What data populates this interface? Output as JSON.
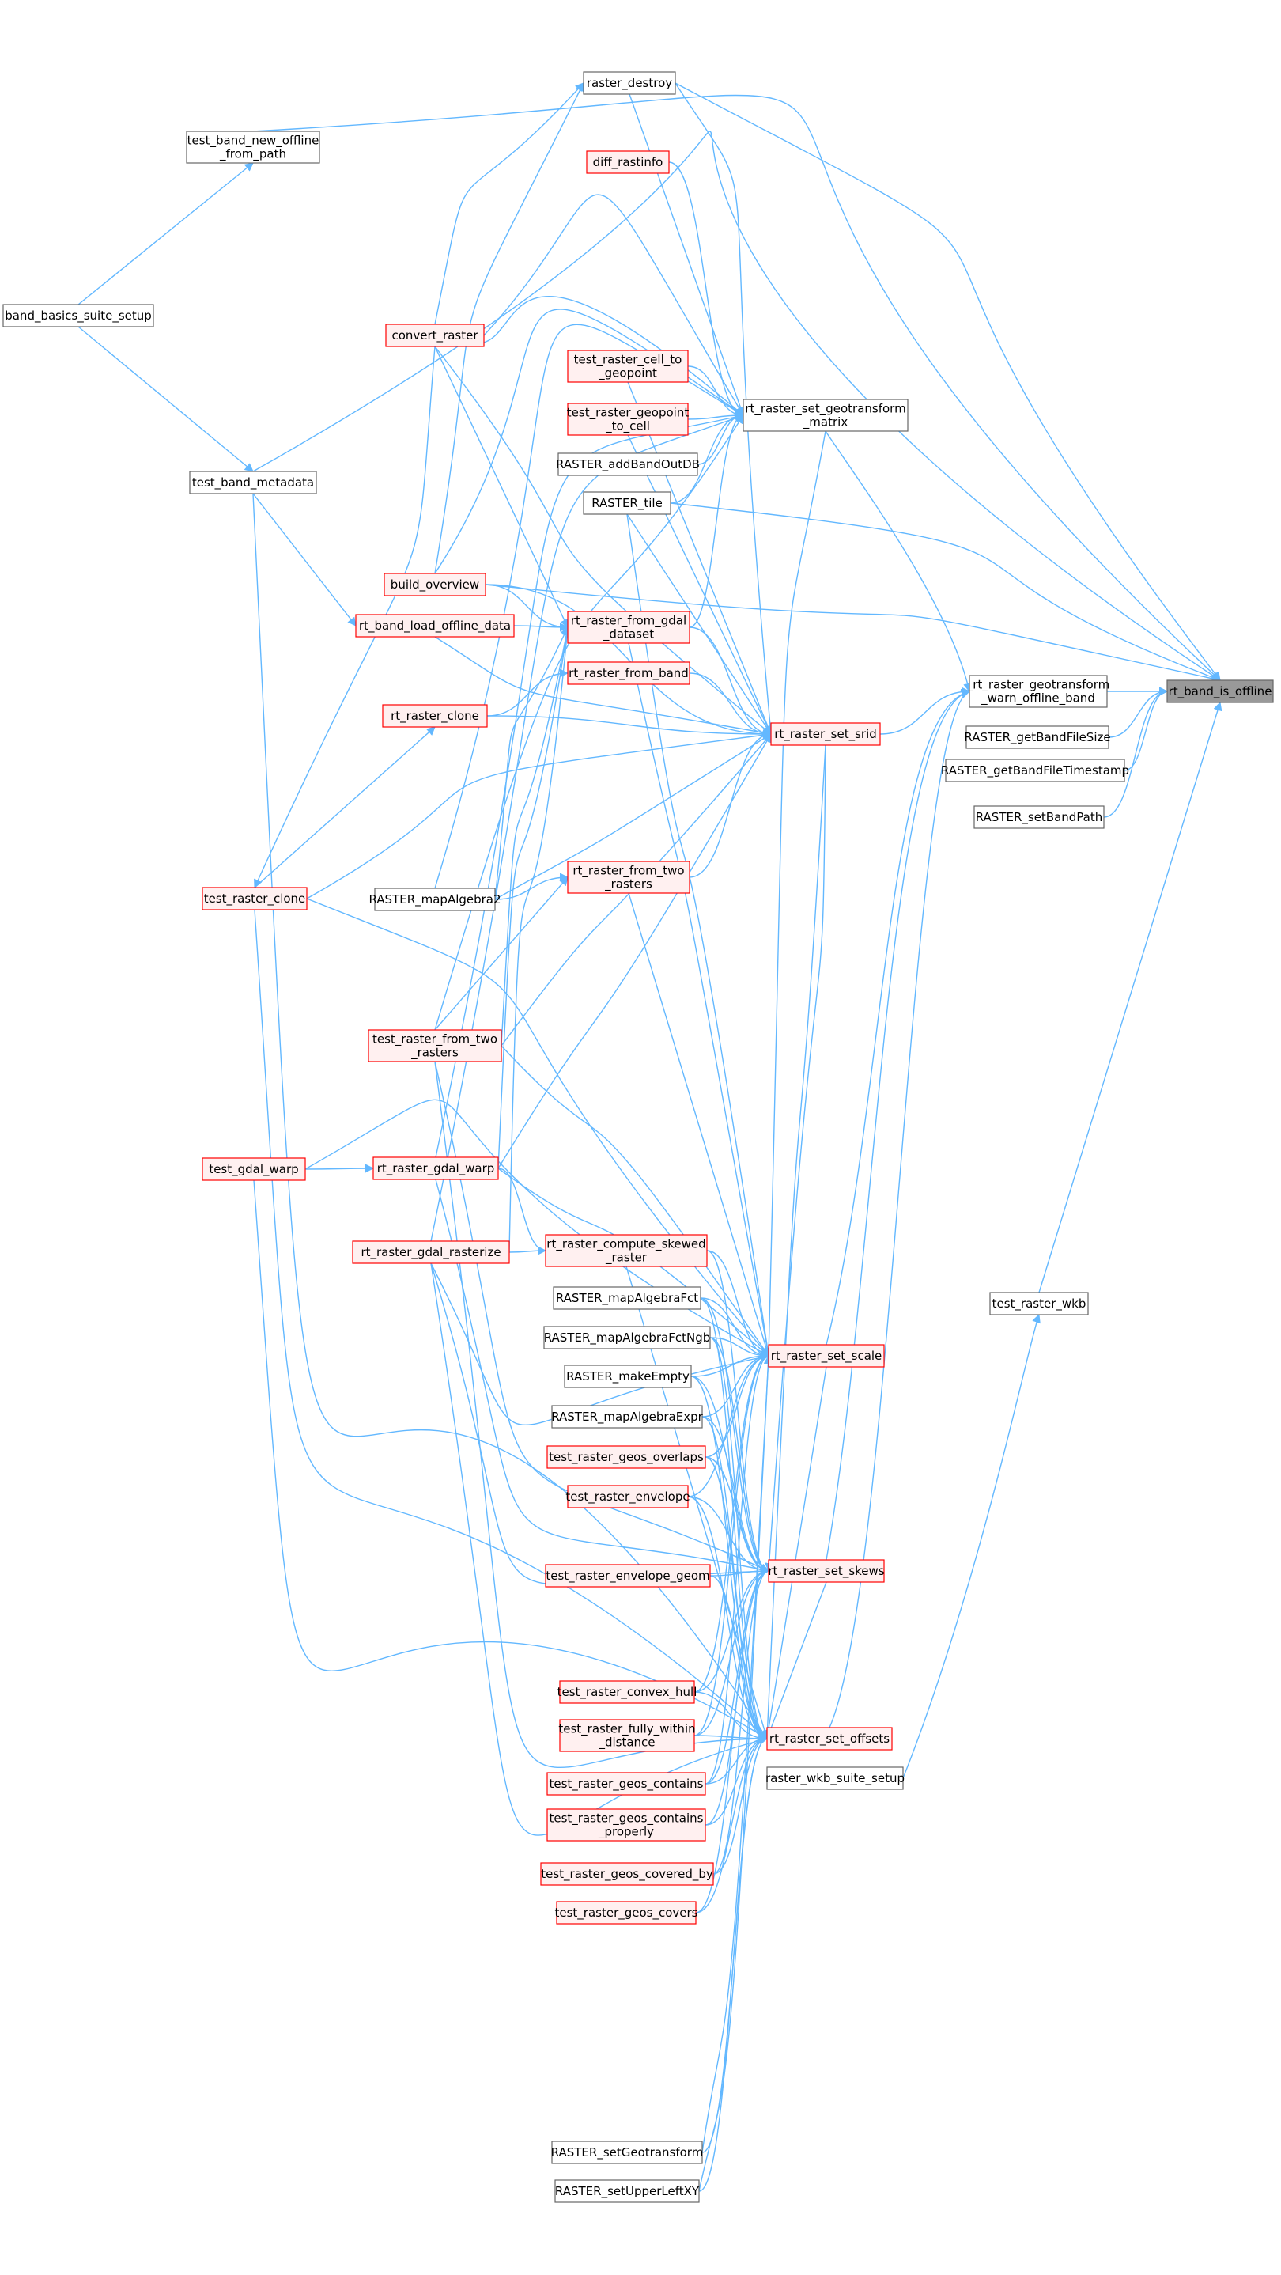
{
  "colors": {
    "edge": "#63b8ff",
    "border_black": "#666666",
    "border_red": "#ff0000",
    "fill_red": "#fff0f0",
    "fill_target": "#999999"
  },
  "nodes": {
    "n1": {
      "text": [
        "rt_band_is_offline"
      ],
      "style": "target"
    },
    "n2": {
      "text": [
        "_rt_raster_geotransform",
        "_warn_offline_band"
      ],
      "style": "black"
    },
    "n3": {
      "text": [
        "RASTER_getBandFileSize"
      ],
      "style": "black"
    },
    "n4": {
      "text": [
        "RASTER_getBandFileTimestamp"
      ],
      "style": "black"
    },
    "n5": {
      "text": [
        "RASTER_setBandPath"
      ],
      "style": "black"
    },
    "n6": {
      "text": [
        "test_raster_wkb"
      ],
      "style": "black"
    },
    "n7": {
      "text": [
        "raster_wkb_suite_setup"
      ],
      "style": "black"
    },
    "n8": {
      "text": [
        "rt_raster_set_geotransform",
        "_matrix"
      ],
      "style": "black"
    },
    "n9": {
      "text": [
        "rt_raster_set_srid"
      ],
      "style": "red"
    },
    "n10": {
      "text": [
        "rt_raster_set_scale"
      ],
      "style": "red"
    },
    "n11": {
      "text": [
        "rt_raster_set_skews"
      ],
      "style": "red"
    },
    "n12": {
      "text": [
        "rt_raster_set_offsets"
      ],
      "style": "red"
    },
    "n13": {
      "text": [
        "raster_destroy"
      ],
      "style": "black"
    },
    "n14": {
      "text": [
        "diff_rastinfo"
      ],
      "style": "red"
    },
    "n15": {
      "text": [
        "test_raster_cell_to",
        "_geopoint"
      ],
      "style": "red"
    },
    "n16": {
      "text": [
        "test_raster_geopoint",
        "_to_cell"
      ],
      "style": "red"
    },
    "n17": {
      "text": [
        "RASTER_addBandOutDB"
      ],
      "style": "black"
    },
    "n18": {
      "text": [
        "RASTER_tile"
      ],
      "style": "black"
    },
    "n19": {
      "text": [
        "rt_raster_from_gdal",
        "_dataset"
      ],
      "style": "red"
    },
    "n20": {
      "text": [
        "rt_raster_from_band"
      ],
      "style": "red"
    },
    "n21": {
      "text": [
        "rt_raster_from_two",
        "_rasters"
      ],
      "style": "red"
    },
    "n22": {
      "text": [
        "rt_raster_compute_skewed",
        "_raster"
      ],
      "style": "red"
    },
    "n23": {
      "text": [
        "RASTER_mapAlgebraFct"
      ],
      "style": "black"
    },
    "n24": {
      "text": [
        "RASTER_mapAlgebraFctNgb"
      ],
      "style": "black"
    },
    "n25": {
      "text": [
        "RASTER_makeEmpty"
      ],
      "style": "black"
    },
    "n26": {
      "text": [
        "RASTER_mapAlgebraExpr"
      ],
      "style": "black"
    },
    "n27": {
      "text": [
        "test_raster_geos_overlaps"
      ],
      "style": "red"
    },
    "n28": {
      "text": [
        "test_raster_envelope"
      ],
      "style": "red"
    },
    "n29": {
      "text": [
        "test_raster_envelope_geom"
      ],
      "style": "red"
    },
    "n30": {
      "text": [
        "test_raster_convex_hull"
      ],
      "style": "red"
    },
    "n31": {
      "text": [
        "test_raster_fully_within",
        "_distance"
      ],
      "style": "red"
    },
    "n32": {
      "text": [
        "test_raster_geos_contains"
      ],
      "style": "red"
    },
    "n33": {
      "text": [
        "test_raster_geos_contains",
        "_properly"
      ],
      "style": "red"
    },
    "n34": {
      "text": [
        "test_raster_geos_covered_by"
      ],
      "style": "red"
    },
    "n35": {
      "text": [
        "test_raster_geos_covers"
      ],
      "style": "red"
    },
    "n36": {
      "text": [
        "RASTER_setGeotransform"
      ],
      "style": "black"
    },
    "n37": {
      "text": [
        "RASTER_setUpperLeftXY"
      ],
      "style": "black"
    },
    "n38": {
      "text": [
        "test_band_new_offline",
        "_from_path"
      ],
      "style": "black"
    },
    "n39": {
      "text": [
        "band_basics_suite_setup"
      ],
      "style": "black"
    },
    "n40": {
      "text": [
        "test_band_metadata"
      ],
      "style": "black"
    },
    "n41": {
      "text": [
        "convert_raster"
      ],
      "style": "red"
    },
    "n42": {
      "text": [
        "build_overview"
      ],
      "style": "red"
    },
    "n43": {
      "text": [
        "rt_band_load_offline_data"
      ],
      "style": "red"
    },
    "n44": {
      "text": [
        "rt_raster_clone"
      ],
      "style": "red"
    },
    "n45": {
      "text": [
        "RASTER_mapAlgebra2"
      ],
      "style": "black"
    },
    "n46": {
      "text": [
        "test_raster_clone"
      ],
      "style": "red"
    },
    "n47": {
      "text": [
        "test_raster_from_two",
        "_rasters"
      ],
      "style": "red"
    },
    "n48": {
      "text": [
        "test_gdal_warp"
      ],
      "style": "red"
    },
    "n49": {
      "text": [
        "rt_raster_gdal_warp"
      ],
      "style": "red"
    },
    "n50": {
      "text": [
        "rt_raster_gdal_rasterize"
      ],
      "style": "red"
    }
  }
}
